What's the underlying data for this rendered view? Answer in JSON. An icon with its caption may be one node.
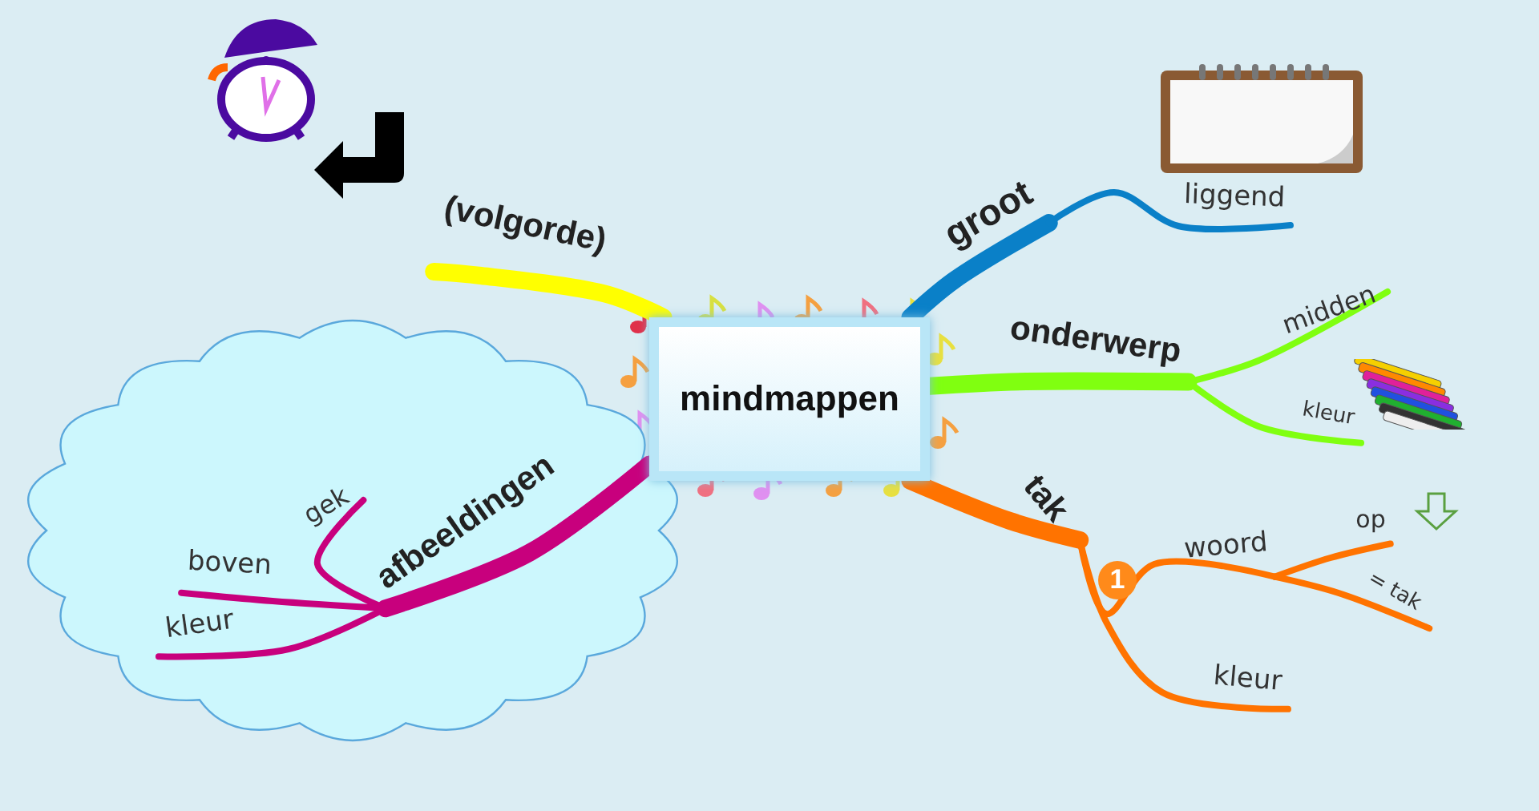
{
  "diagram": {
    "nodes": [
      {
        "text": [
          "mindmappen"
        ]
      },
      {
        "text": [
          "(volgorde)"
        ]
      },
      {
        "text": [
          "groot"
        ]
      },
      {
        "text": [
          "liggend"
        ]
      },
      {
        "text": [
          "onderwerp"
        ]
      },
      {
        "text": [
          "midden"
        ]
      },
      {
        "text": [
          "kleur"
        ]
      },
      {
        "text": [
          "tak"
        ]
      },
      {
        "text": [
          "woord"
        ]
      },
      {
        "text": [
          "op"
        ]
      },
      {
        "text": [
          "= tak"
        ]
      },
      {
        "text": [
          "kleur"
        ]
      },
      {
        "text": [],
        "shape": "cloud"
      },
      {
        "text": [
          "afbeeldingen"
        ],
        "in": 12
      },
      {
        "text": [
          "gek"
        ],
        "in": 12
      },
      {
        "text": [
          "boven"
        ],
        "in": 12
      },
      {
        "text": [
          "kleur"
        ],
        "in": 12
      }
    ],
    "edges": [
      {
        "from": 0,
        "to": 1,
        "arrow": "none",
        "style": "thick",
        "color": "#ffff00"
      },
      {
        "from": 0,
        "to": 2,
        "arrow": "none",
        "style": "thick",
        "color": "#0a80c8"
      },
      {
        "from": 2,
        "to": 3,
        "arrow": "none",
        "color": "#0a80c8"
      },
      {
        "from": 0,
        "to": 4,
        "arrow": "none",
        "style": "thick",
        "color": "#80ff10"
      },
      {
        "from": 4,
        "to": 5,
        "arrow": "none",
        "color": "#80ff10"
      },
      {
        "from": 4,
        "to": 6,
        "arrow": "none",
        "color": "#80ff10"
      },
      {
        "from": 0,
        "to": 7,
        "arrow": "none",
        "style": "thick",
        "color": "#ff7300"
      },
      {
        "from": 7,
        "to": 8,
        "arrow": "none",
        "color": "#ff7300"
      },
      {
        "from": 8,
        "to": 9,
        "arrow": "none",
        "color": "#ff7300"
      },
      {
        "from": 8,
        "to": 10,
        "arrow": "none",
        "color": "#ff7300"
      },
      {
        "from": 7,
        "to": 11,
        "arrow": "none",
        "color": "#ff7300"
      },
      {
        "from": 0,
        "to": 13,
        "arrow": "none",
        "style": "thick",
        "color": "#c8007d"
      },
      {
        "from": 13,
        "to": 14,
        "arrow": "none",
        "color": "#c8007d"
      },
      {
        "from": 13,
        "to": 15,
        "arrow": "none",
        "color": "#c8007d"
      },
      {
        "from": 13,
        "to": 16,
        "arrow": "none",
        "color": "#c8007d"
      }
    ],
    "labels": [
      "1"
    ]
  }
}
